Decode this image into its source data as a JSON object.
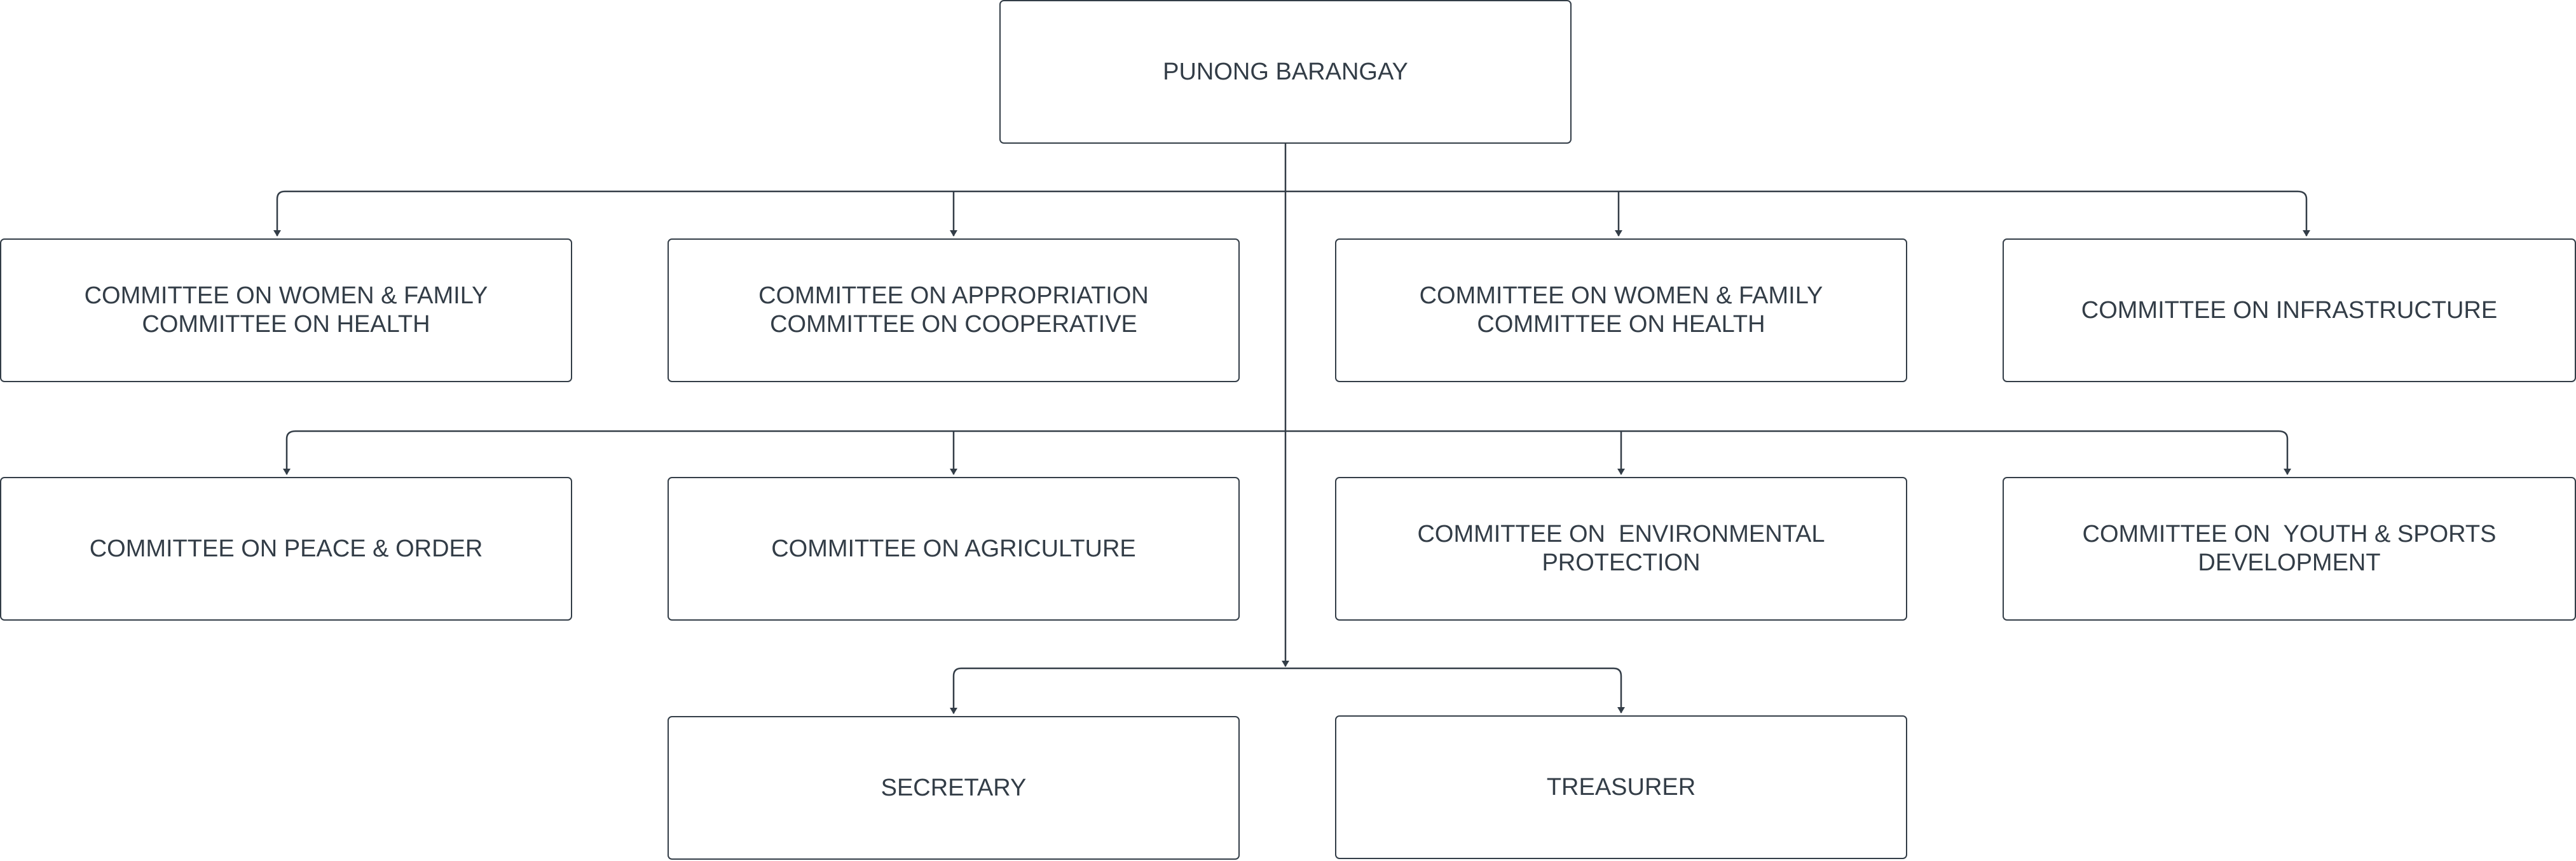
{
  "org_chart": {
    "root": {
      "label": "PUNONG BARANGAY"
    },
    "row1": [
      {
        "lines": [
          "COMMITTEE ON WOMEN & FAMILY",
          "COMMITTEE ON HEALTH"
        ]
      },
      {
        "lines": [
          "COMMITTEE ON APPROPRIATION",
          "COMMITTEE ON COOPERATIVE"
        ]
      },
      {
        "lines": [
          "COMMITTEE ON WOMEN & FAMILY",
          "COMMITTEE ON HEALTH"
        ]
      },
      {
        "lines": [
          "COMMITTEE ON INFRASTRUCTURE"
        ]
      }
    ],
    "row2": [
      {
        "lines": [
          "COMMITTEE ON PEACE & ORDER"
        ]
      },
      {
        "lines": [
          "COMMITTEE ON AGRICULTURE"
        ]
      },
      {
        "lines": [
          "COMMITTEE ON  ENVIRONMENTAL",
          "PROTECTION"
        ]
      },
      {
        "lines": [
          "COMMITTEE ON  YOUTH & SPORTS",
          "DEVELOPMENT"
        ]
      }
    ],
    "row3": [
      {
        "lines": [
          "SECRETARY"
        ]
      },
      {
        "lines": [
          "TREASURER"
        ]
      }
    ]
  },
  "colors": {
    "line": "#333d47",
    "text": "#333d47",
    "background": "#ffffff"
  }
}
